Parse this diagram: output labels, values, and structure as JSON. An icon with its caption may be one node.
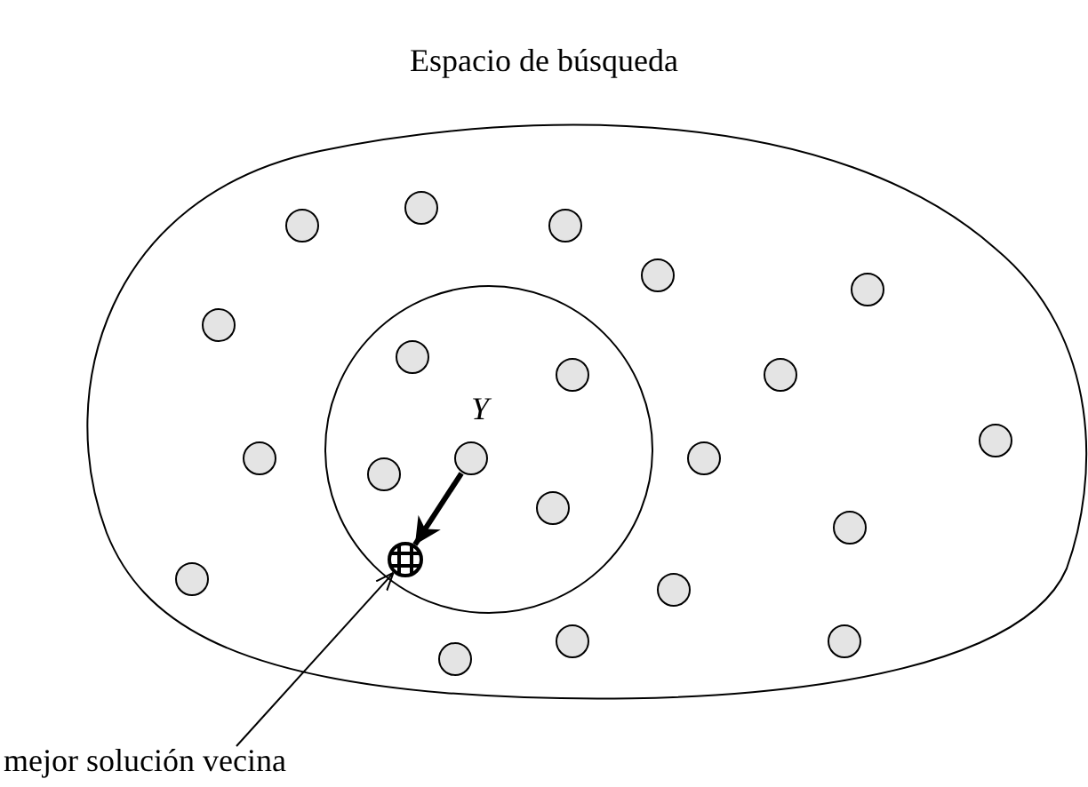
{
  "diagram": {
    "nodes": [
      {
        "text": [
          "Espacio de búsqueda"
        ]
      },
      {
        "text": [],
        "shape": "circle",
        "in": 0
      },
      {
        "text": [],
        "shape": "circle",
        "in": 1
      },
      {
        "text": [],
        "shape": "circle",
        "in": 1
      },
      {
        "text": [],
        "shape": "circle",
        "in": 1,
        "beside": [
          "Y"
        ]
      },
      {
        "text": [],
        "shape": "circle",
        "in": 1
      },
      {
        "text": [],
        "shape": "circle",
        "in": 1
      },
      {
        "text": [],
        "shape": "circle",
        "in": 1
      },
      {
        "text": [],
        "shape": "circle",
        "in": 0
      },
      {
        "text": [],
        "shape": "circle",
        "in": 0
      },
      {
        "text": [],
        "shape": "circle",
        "in": 0
      },
      {
        "text": [],
        "shape": "circle",
        "in": 0
      },
      {
        "text": [],
        "shape": "circle",
        "in": 0
      },
      {
        "text": [],
        "shape": "circle",
        "in": 0
      },
      {
        "text": [],
        "shape": "circle",
        "in": 0
      },
      {
        "text": [],
        "shape": "circle",
        "in": 0
      },
      {
        "text": [],
        "shape": "circle",
        "in": 0
      },
      {
        "text": [],
        "shape": "circle",
        "in": 0
      },
      {
        "text": [],
        "shape": "circle",
        "in": 0
      },
      {
        "text": [],
        "shape": "circle",
        "in": 0
      },
      {
        "text": [],
        "shape": "circle",
        "in": 0
      },
      {
        "text": [],
        "shape": "circle",
        "in": 0
      },
      {
        "text": [],
        "shape": "circle",
        "in": 0
      },
      {
        "text": [],
        "shape": "circle",
        "in": 0
      },
      {
        "text": [
          "mejor solución vecina"
        ]
      }
    ],
    "edges": [
      {
        "from": 4,
        "to": 7,
        "arrow": "to",
        "style": "thick"
      },
      {
        "from": 24,
        "to": 7,
        "arrow": "to"
      }
    ]
  }
}
